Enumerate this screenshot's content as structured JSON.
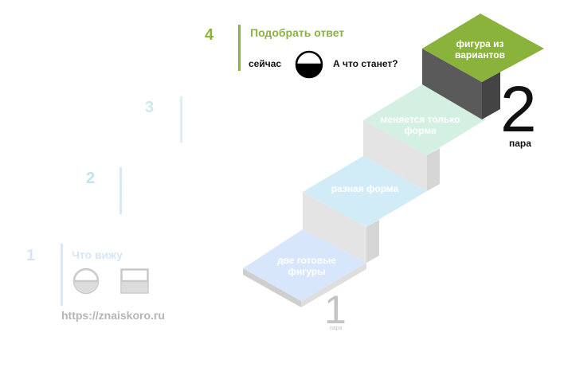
{
  "url": "https://znaiskoro.ru",
  "steps": [
    {
      "number": "1",
      "title": "Что вижу",
      "block": "две  готовые фигуры"
    },
    {
      "number": "2",
      "title": "",
      "block": "разная форма"
    },
    {
      "number": "3",
      "title": "",
      "block": "меняется только форма"
    },
    {
      "number": "4",
      "title": "Подобрать ответ",
      "block": "фигура из вариантов"
    }
  ],
  "step4": {
    "now_label": "сейчас",
    "question": "А что станет?"
  },
  "pair_top": {
    "number": "2",
    "label": "пара"
  },
  "pair_bottom": {
    "number": "1",
    "label": "пара"
  },
  "icons": {
    "step1_left": "circle-with-line-icon",
    "step1_right": "rectangle-with-line-icon",
    "step4": "half-filled-circle-icon"
  },
  "colors": {
    "green": "#8ab33c",
    "dark_green": "#5e8e2b",
    "mint": "#d4f0e2",
    "light_blue": "#d2ecf7",
    "pale_blue": "#d8e6fb",
    "faded_blue": "#c6e0f0",
    "riser_gray": "#e3e3e3",
    "dark_gray": "#555555"
  }
}
